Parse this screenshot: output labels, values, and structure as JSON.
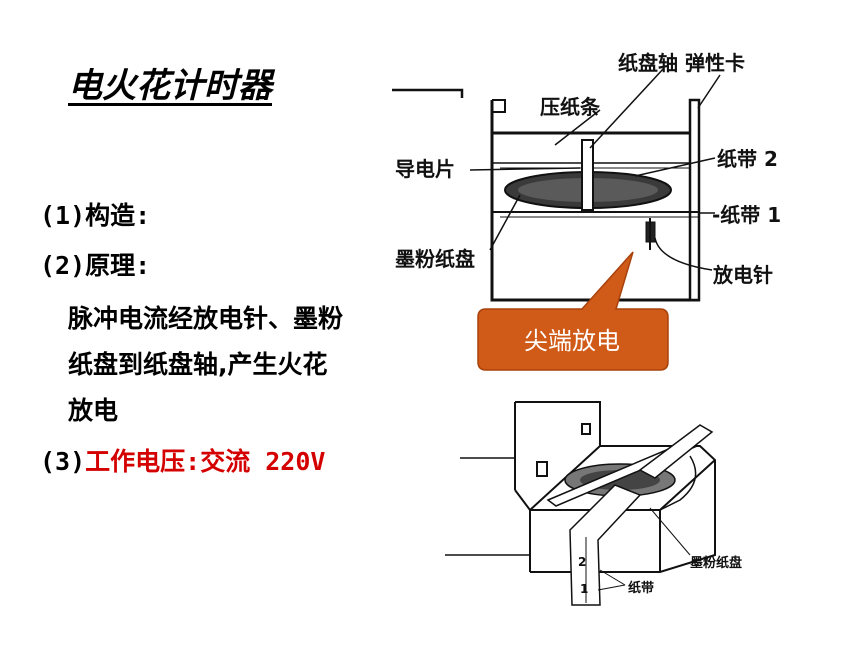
{
  "slide": {
    "title": "电火花计时器",
    "item1": "(1)构造:",
    "item2": "(2)原理:",
    "principle_lines": [
      "脉冲电流经放电针、墨粉",
      "纸盘到纸盘轴,产生火花",
      "放电"
    ],
    "item3_prefix": "(3)",
    "item3_text": "工作电压:交流 220V"
  },
  "diagram_top": {
    "labels": {
      "shaft_clip": "纸盘轴 弹性卡",
      "press_strip": "压纸条",
      "conductive_sheet": "导电片",
      "tape2": "纸带 2",
      "tape1": "-纸带 1",
      "ink_disc": "墨粉纸盘",
      "needle": "放电针"
    },
    "callout": "尖端放电"
  },
  "diagram_bottom": {
    "labels": {
      "ink_disc": "墨粉纸盘",
      "tape": "纸带",
      "num2": "2",
      "num1": "1"
    }
  },
  "colors": {
    "accent_red": "#d40000",
    "callout_fill": "#d05a17"
  }
}
